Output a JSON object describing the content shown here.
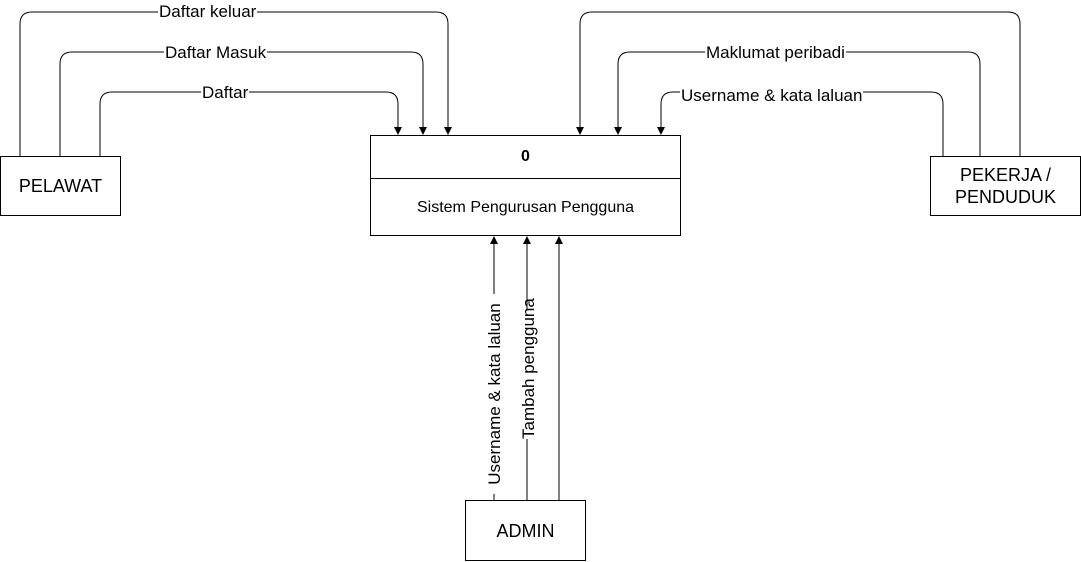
{
  "process": {
    "id": "0",
    "name": "Sistem Pengurusan Pengguna"
  },
  "entities": {
    "pelawat": "PELAWAT",
    "pekerja": "PEKERJA / PENDUDUK",
    "admin": "ADMIN"
  },
  "flows": {
    "pelawat": [
      "Daftar keluar",
      "Daftar Masuk",
      "Daftar"
    ],
    "pekerja": [
      "Maklumat peribadi",
      "Username & kata laluan"
    ],
    "admin": [
      "Username & kata laluan",
      "Tambah pengguna"
    ]
  }
}
